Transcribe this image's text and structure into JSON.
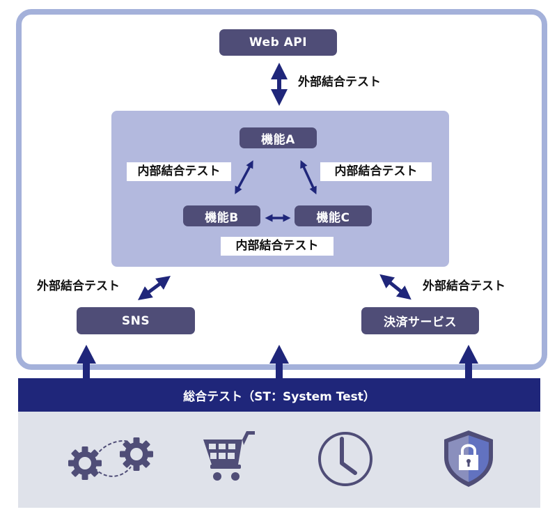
{
  "nodes": {
    "web_api": "Web API",
    "func_a": "機能A",
    "func_b": "機能B",
    "func_c": "機能C",
    "sns": "SNS",
    "payment": "決済サービス"
  },
  "labels": {
    "external_top": "外部結合テスト",
    "internal_left": "内部結合テスト",
    "internal_right": "内部結合テスト",
    "internal_bottom": "内部結合テスト",
    "external_left": "外部結合テスト",
    "external_right": "外部結合テスト"
  },
  "band": {
    "title": "総合テスト（ST：System Test）"
  },
  "icons": [
    "gears-icon",
    "shopping-cart-icon",
    "clock-icon",
    "shield-lock-icon"
  ],
  "colors": {
    "frame": "#a4b1da",
    "inner_panel": "#b3b9de",
    "node": "#4f4d77",
    "arrow": "#1f267a",
    "band": "#1f267a",
    "icon_panel": "#dfe2ea",
    "icon": "#4f4d77"
  }
}
